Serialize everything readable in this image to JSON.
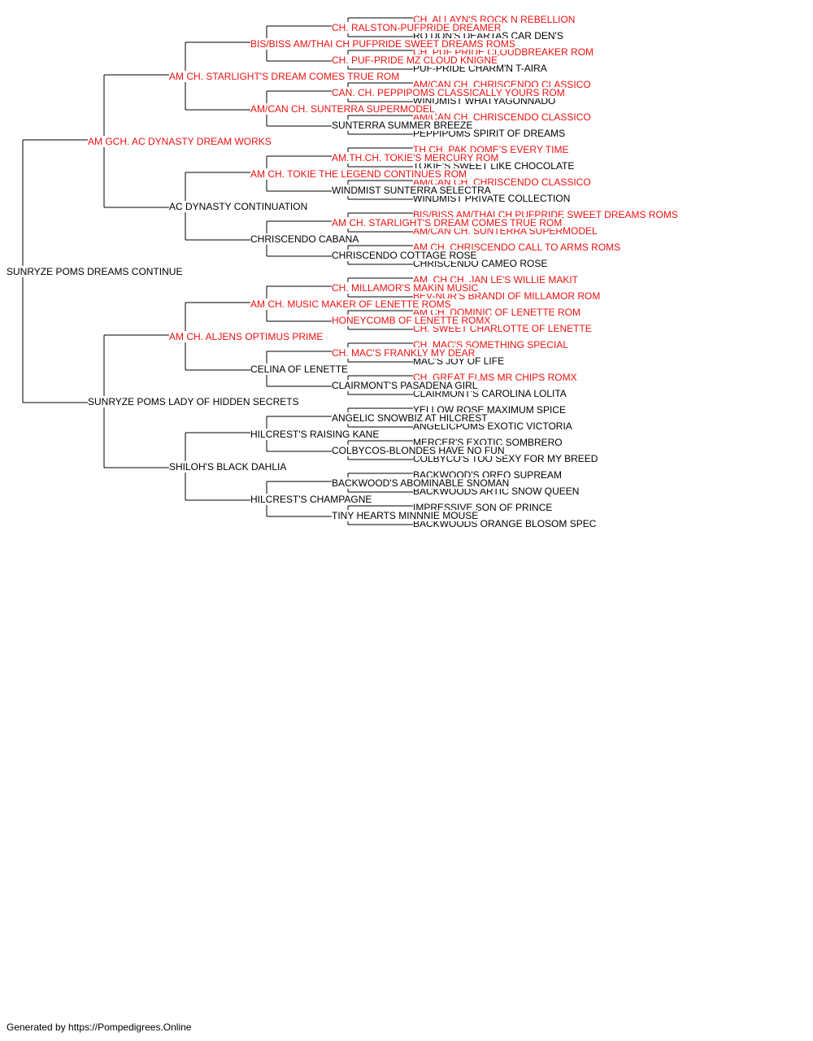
{
  "colors": {
    "champion": "#ee1111",
    "normal": "#000000",
    "line": "#000000"
  },
  "footer": "Generated by https://Pompedigrees.Online",
  "pedigree": {
    "name": "SUNRYZE POMS DREAMS CONTINUE",
    "champion": false,
    "sire": {
      "name": "AM GCH. AC DYNASTY DREAM WORKS",
      "champion": true,
      "sire": {
        "name": "AM CH. STARLIGHT'S DREAM COMES TRUE ROM",
        "champion": true,
        "sire": {
          "name": "BIS/BISS AM/THAI CH PUFPRIDE SWEET DREAMS ROMS",
          "champion": true,
          "sire": {
            "name": "CH. RALSTON-PUFPRIDE DREAMER",
            "champion": true,
            "sire": {
              "name": "CH. ALLAYN'S ROCK N REBELLION",
              "champion": true
            },
            "dam": {
              "name": "RO DON'S DEARTAS CAR DEN'S",
              "champion": false
            }
          },
          "dam": {
            "name": "CH. PUF-PRIDE MZ CLOUD KNIGNE",
            "champion": true,
            "sire": {
              "name": "CH. PUF PRIDE CLOUDBREAKER ROM",
              "champion": true
            },
            "dam": {
              "name": "PUF-PRIDE CHARM'N T-AIRA",
              "champion": false
            }
          }
        },
        "dam": {
          "name": "AM/CAN CH. SUNTERRA SUPERMODEL",
          "champion": true,
          "sire": {
            "name": "CAN. CH. PEPPIPOMS CLASSICALLY YOURS ROM",
            "champion": true,
            "sire": {
              "name": "AM/CAN CH. CHRISCENDO CLASSICO",
              "champion": true
            },
            "dam": {
              "name": "WINDMIST WHATYAGONNADO",
              "champion": false
            }
          },
          "dam": {
            "name": "SUNTERRA SUMMER BREEZE",
            "champion": false,
            "sire": {
              "name": "AM/CAN CH. CHRISCENDO CLASSICO",
              "champion": true
            },
            "dam": {
              "name": "PEPPIPOMS SPIRIT OF DREAMS",
              "champion": false
            }
          }
        }
      },
      "dam": {
        "name": "AC DYNASTY CONTINUATION",
        "champion": false,
        "sire": {
          "name": "AM CH. TOKIE THE LEGEND CONTINUES ROM",
          "champion": true,
          "sire": {
            "name": "AM.TH.CH. TOKIE'S MERCURY ROM",
            "champion": true,
            "sire": {
              "name": "TH.CH. PAK DOME'S EVERY TIME",
              "champion": true
            },
            "dam": {
              "name": "TOKIE'S SWEET LIKE CHOCOLATE",
              "champion": false
            }
          },
          "dam": {
            "name": "WINDMIST SUNTERRA SELECTRA",
            "champion": false,
            "sire": {
              "name": "AM/CAN CH. CHRISCENDO CLASSICO",
              "champion": true
            },
            "dam": {
              "name": "WINDMIST PRIVATE COLLECTION",
              "champion": false
            }
          }
        },
        "dam": {
          "name": "CHRISCENDO CABANA",
          "champion": false,
          "sire": {
            "name": "AM CH. STARLIGHT'S DREAM COMES TRUE ROM",
            "champion": true,
            "sire": {
              "name": "BIS/BISS AM/THAI CH PUFPRIDE SWEET DREAMS ROMS",
              "champion": true
            },
            "dam": {
              "name": "AM/CAN CH. SUNTERRA SUPERMODEL",
              "champion": true
            }
          },
          "dam": {
            "name": "CHRISCENDO COTTAGE ROSE",
            "champion": false,
            "sire": {
              "name": "AM CH. CHRISCENDO CALL TO ARMS ROMS",
              "champion": true
            },
            "dam": {
              "name": "CHRISCENDO CAMEO ROSE",
              "champion": false
            }
          }
        }
      }
    },
    "dam": {
      "name": "SUNRYZE POMS LADY OF HIDDEN SECRETS",
      "champion": false,
      "sire": {
        "name": "AM CH. ALJENS OPTIMUS PRIME",
        "champion": true,
        "sire": {
          "name": "AM CH. MUSIC MAKER OF LENETTE ROMS",
          "champion": true,
          "sire": {
            "name": "CH. MILLAMOR'S MAKIN MUSIC",
            "champion": true,
            "sire": {
              "name": "AM. CH.CH. JAN LE'S WILLIE MAKIT",
              "champion": true
            },
            "dam": {
              "name": "BEV-NOR'S BRANDI OF MILLAMOR ROM",
              "champion": true
            }
          },
          "dam": {
            "name": "HONEYCOMB OF LENETTE ROMX",
            "champion": true,
            "sire": {
              "name": "AM CH. DOMINIC OF LENETTE ROM",
              "champion": true
            },
            "dam": {
              "name": "CH. SWEET CHARLOTTE OF LENETTE",
              "champion": true
            }
          }
        },
        "dam": {
          "name": "CELINA OF LENETTE",
          "champion": false,
          "sire": {
            "name": "CH. MAC'S FRANKLY MY DEAR",
            "champion": true,
            "sire": {
              "name": "CH. MAC'S SOMETHING SPECIAL",
              "champion": true
            },
            "dam": {
              "name": "MAC'S JOY OF LIFE",
              "champion": false
            }
          },
          "dam": {
            "name": "CLAIRMONT'S PASADENA GIRL",
            "champion": false,
            "sire": {
              "name": "CH. GREAT ELMS MR CHIPS ROMX",
              "champion": true
            },
            "dam": {
              "name": "CLAIRMONT'S CAROLINA LOLITA",
              "champion": false
            }
          }
        }
      },
      "dam": {
        "name": "SHILOH'S BLACK DAHLIA",
        "champion": false,
        "sire": {
          "name": "HILCREST'S RAISING KANE",
          "champion": false,
          "sire": {
            "name": "ANGELIC SNOWBIZ AT HILCREST",
            "champion": false,
            "sire": {
              "name": "YELLOW ROSE MAXIMUM SPICE",
              "champion": false
            },
            "dam": {
              "name": "ANGELICPOMS EXOTIC VICTORIA",
              "champion": false
            }
          },
          "dam": {
            "name": "COLBYCOS-BLONDES HAVE NO FUN",
            "champion": false,
            "sire": {
              "name": "MERCER'S EXOTIC SOMBRERO",
              "champion": false
            },
            "dam": {
              "name": "COLBYCO'S TOO SEXY FOR MY BREED",
              "champion": false
            }
          }
        },
        "dam": {
          "name": "HILCREST'S CHAMPAGNE",
          "champion": false,
          "sire": {
            "name": "BACKWOOD'S ABOMINABLE SNOMAN",
            "champion": false,
            "sire": {
              "name": "BACKWOOD'S OREO SUPREAM",
              "champion": false
            },
            "dam": {
              "name": "BACKWOODS ARTIC SNOW QUEEN",
              "champion": false
            }
          },
          "dam": {
            "name": "TINY HEARTS MINNNIE MOUSE",
            "champion": false,
            "sire": {
              "name": "IMPRESSIVE SON OF PRINCE",
              "champion": false
            },
            "dam": {
              "name": "BACKWOODS ORANGE BLOSOM SPEC",
              "champion": false
            }
          }
        }
      }
    }
  }
}
